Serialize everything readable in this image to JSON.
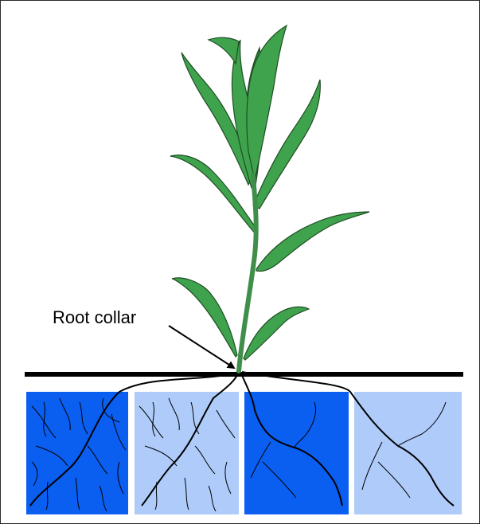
{
  "annotation": {
    "label": "Root collar"
  },
  "colors": {
    "leaf": "#3fa34d",
    "leaf_dark": "#2e7d38",
    "stem": "#3f8f4a",
    "soil_line": "#000000",
    "panel_dark": "#0a5ef0",
    "panel_light": "#aecbfa",
    "root": "#000000"
  },
  "panels": [
    {
      "name": "dense-roots-dark",
      "fill": "dark"
    },
    {
      "name": "dense-roots-light",
      "fill": "light"
    },
    {
      "name": "sparse-roots-dark",
      "fill": "dark"
    },
    {
      "name": "sparse-roots-light",
      "fill": "light"
    }
  ]
}
